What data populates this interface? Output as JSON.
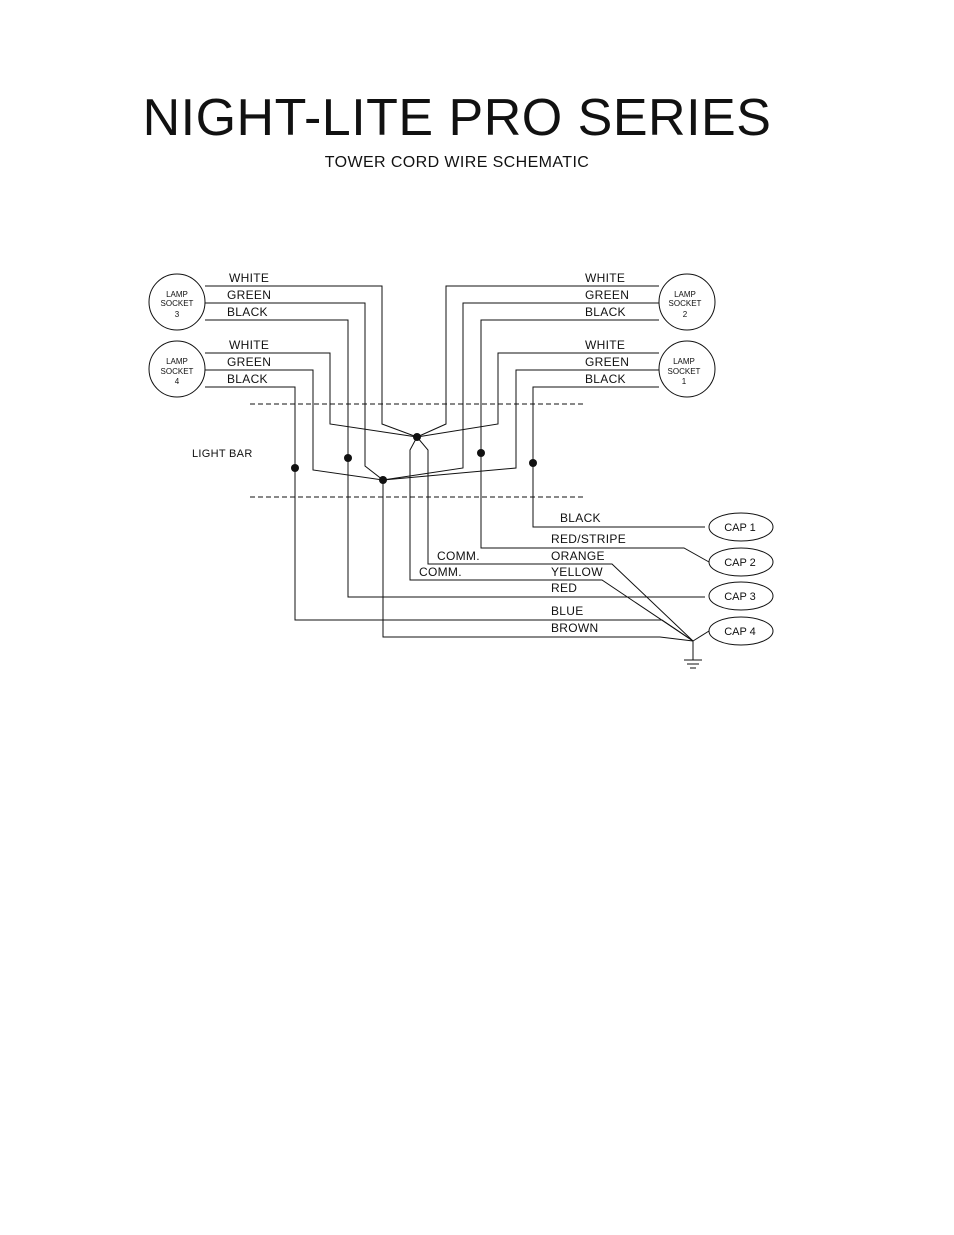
{
  "title": "NIGHT-LITE PRO SERIES",
  "subtitle": "TOWER CORD WIRE SCHEMATIC",
  "sockets": {
    "s3": [
      "LAMP",
      "SOCKET",
      "3"
    ],
    "s4": [
      "LAMP",
      "SOCKET",
      "4"
    ],
    "s2": [
      "LAMP",
      "SOCKET",
      "2"
    ],
    "s1": [
      "LAMP",
      "SOCKET",
      "1"
    ]
  },
  "lamp_wires": {
    "white": "WHITE",
    "green": "GREEN",
    "black": "BLACK"
  },
  "light_bar_label": "LIGHT BAR",
  "comm_labels": [
    "COMM.",
    "COMM."
  ],
  "cord_wires": [
    "BLACK",
    "RED/STRIPE",
    "ORANGE",
    "YELLOW",
    "RED",
    "BLUE",
    "BROWN"
  ],
  "caps": [
    "CAP 1",
    "CAP 2",
    "CAP 3",
    "CAP 4"
  ]
}
